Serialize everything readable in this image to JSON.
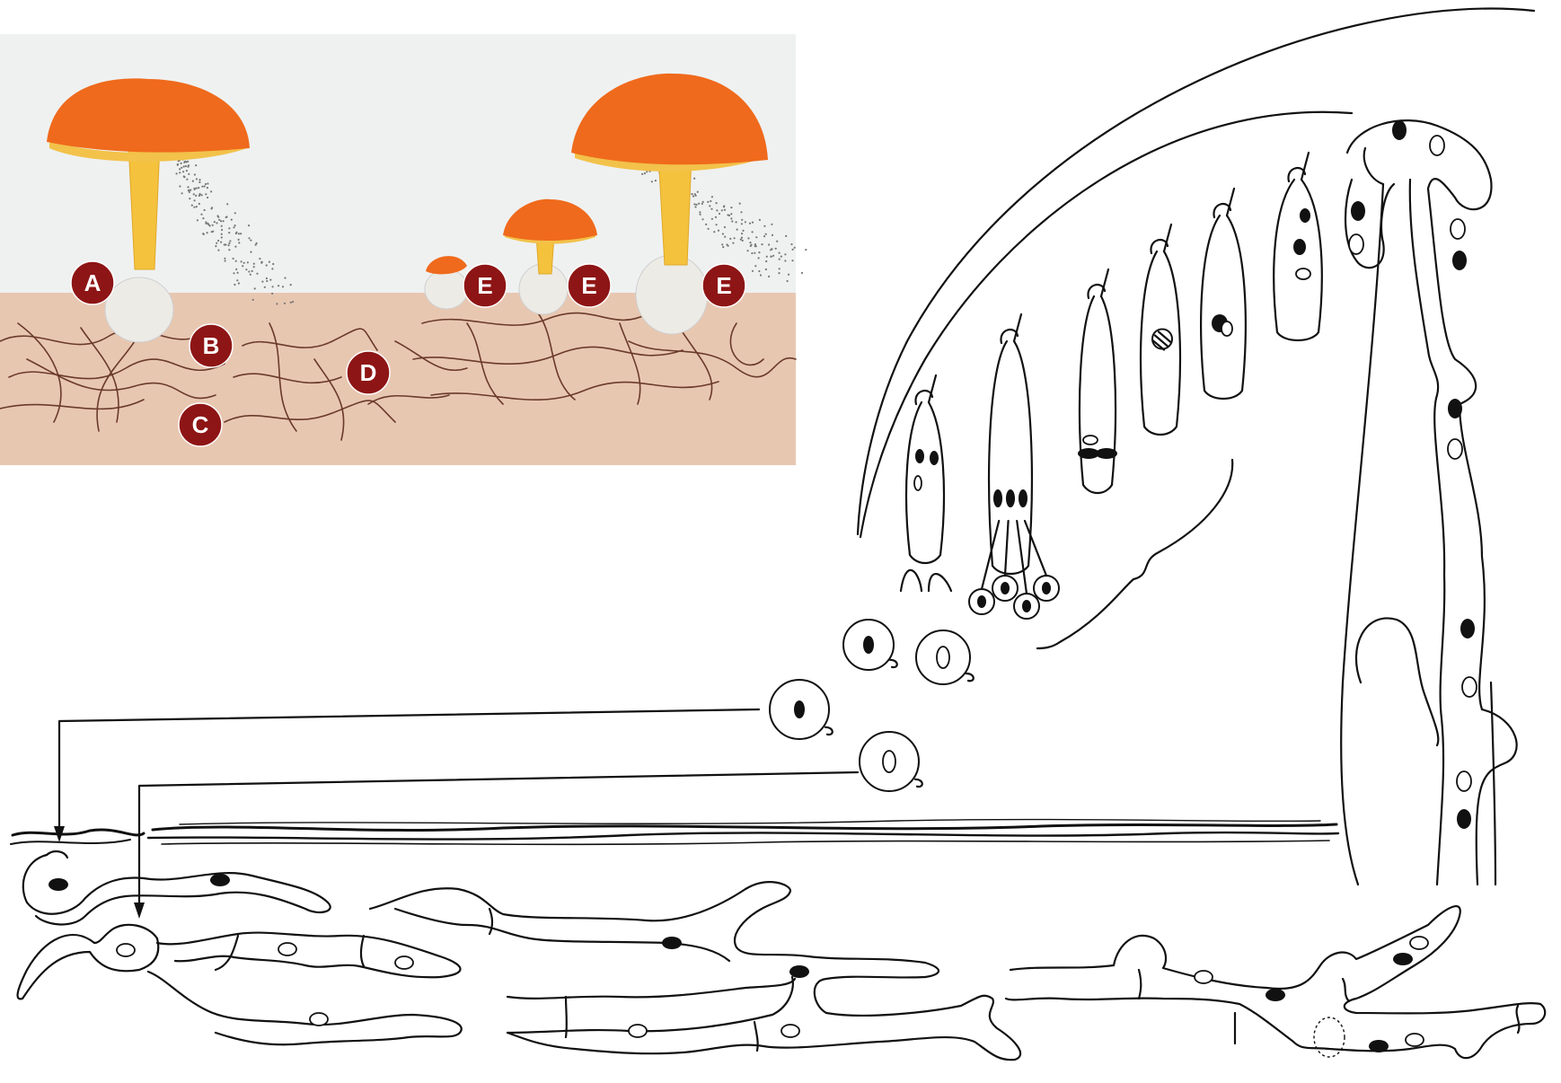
{
  "colors": {
    "cap": "#ef6a1c",
    "cap_highlight": "#f7934a",
    "gills": "#f2c24a",
    "stem": "#f4c23c",
    "volva": "#ecebe6",
    "sky": "#eff1f1",
    "soil": "#e8c7b1",
    "hyphae": "#6b3a2a",
    "label_circle": "#8e1515",
    "label_text": "#ffffff",
    "line_ink": "#111111"
  },
  "illustration": {
    "labels": [
      {
        "id": "A",
        "text": "A"
      },
      {
        "id": "B",
        "text": "B"
      },
      {
        "id": "C",
        "text": "C"
      },
      {
        "id": "D",
        "text": "D"
      },
      {
        "id": "E1",
        "text": "E"
      },
      {
        "id": "E2",
        "text": "E"
      },
      {
        "id": "E3",
        "text": "E"
      }
    ]
  },
  "line_drawing": {
    "icons": [
      "basidium-stage-icon",
      "basidiospore-icon",
      "nucleus-icon",
      "hypha-icon",
      "clamp-connection-icon",
      "arrow-icon",
      "bracket-icon"
    ]
  }
}
